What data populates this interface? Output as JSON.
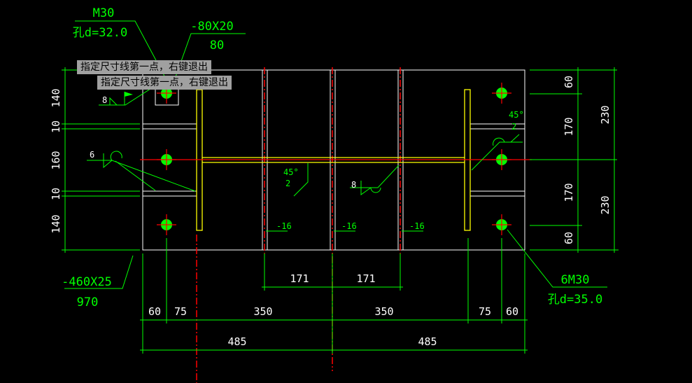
{
  "prompt": {
    "tooltip": "指定尺寸线第一点，右键退出",
    "tooltip_ghost": "指定尺寸线第一点，右键退出"
  },
  "annotations": {
    "bolt_top": {
      "spec": "M30",
      "hole": "孔d=32.0"
    },
    "plate_small": {
      "spec": "-80X20",
      "len": "80"
    },
    "base_plate": {
      "spec": "-460X25",
      "len": "970"
    },
    "bolt_group": {
      "spec": "6M30",
      "hole": "孔d=35.0"
    },
    "weld_top_left": "8",
    "weld_left": "6",
    "weld_mid": "8",
    "weld_angle_mid": "45°",
    "weld_size_mid": "2",
    "weld_angle_right": "45°",
    "weld_size_right": "2",
    "stiffeners": [
      "-16",
      "-16",
      "-16"
    ]
  },
  "dimensions": {
    "left": [
      "140",
      "10",
      "160",
      "10",
      "140"
    ],
    "right_inner": [
      "60",
      "170",
      "170",
      "60"
    ],
    "right_outer": [
      "230",
      "230"
    ],
    "bottom_mid": [
      "171",
      "171"
    ],
    "bottom_row1": [
      "60",
      "75",
      "350",
      "350",
      "75",
      "60"
    ],
    "bottom_row2": [
      "485",
      "485"
    ]
  },
  "colors": {
    "background": "#000000",
    "dimension": "#00ff00",
    "outline": "#ffffff",
    "column": "#ffff00",
    "centerline": "#ff0000"
  }
}
